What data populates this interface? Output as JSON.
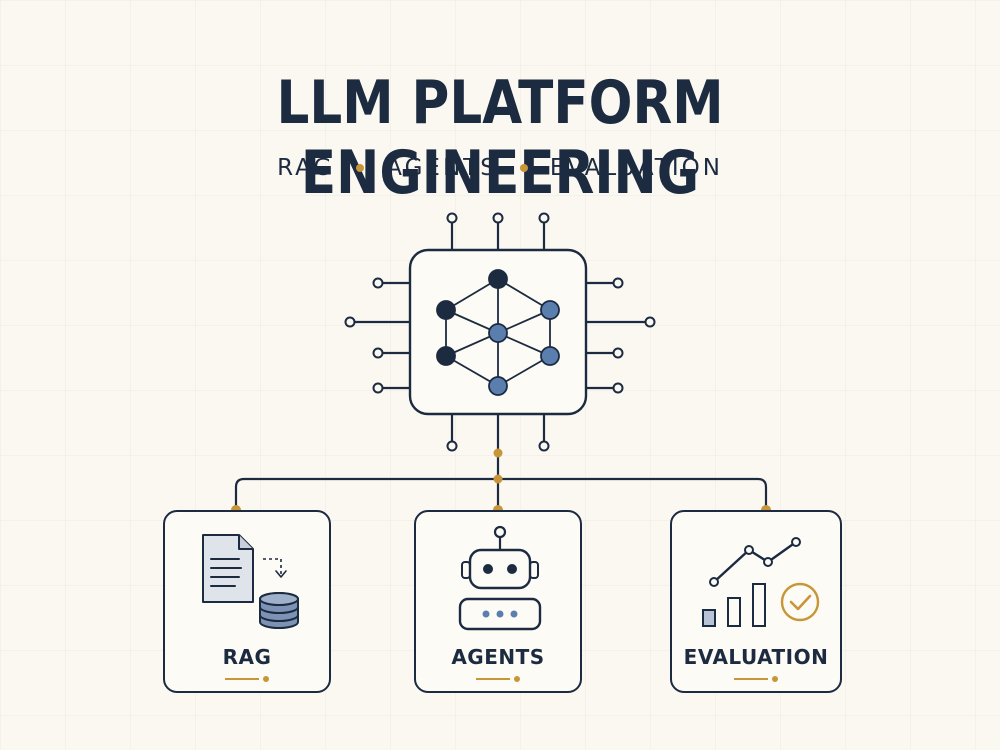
{
  "header": {
    "title": "LLM PLATFORM ENGINEERING",
    "subtitle_items": [
      "RAG",
      "AGENTS",
      "EVALUATION"
    ]
  },
  "cards": [
    {
      "label": "RAG",
      "icon": "document-database-icon"
    },
    {
      "label": "AGENTS",
      "icon": "robot-icon"
    },
    {
      "label": "EVALUATION",
      "icon": "chart-check-icon"
    }
  ],
  "central_icon": "neural-network-chip-icon",
  "colors": {
    "navy": "#1c2b40",
    "accent_gold": "#c89638",
    "node_blue": "#5a7fae",
    "background": "#fbf8f2"
  }
}
